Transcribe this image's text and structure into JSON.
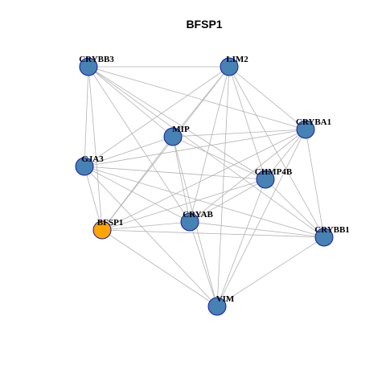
{
  "title": "BFSP1",
  "colors": {
    "node_fill": "#4682b4",
    "focus_fill": "#ffa500",
    "node_stroke": "#1a1aa6",
    "edge": "#b3b3b3"
  },
  "focus_node": "BFSP1",
  "nodes": [
    "CRYBB3",
    "LIM2",
    "CRYBA1",
    "MIP",
    "GJA3",
    "CHMP4B",
    "BFSP1",
    "CRYAB",
    "CRYBB1",
    "VIM"
  ],
  "edges": [
    [
      "CRYBB3",
      "LIM2"
    ],
    [
      "CRYBB3",
      "CRYBA1"
    ],
    [
      "CRYBB3",
      "MIP"
    ],
    [
      "CRYBB3",
      "GJA3"
    ],
    [
      "CRYBB3",
      "CHMP4B"
    ],
    [
      "CRYBB3",
      "BFSP1"
    ],
    [
      "CRYBB3",
      "CRYAB"
    ],
    [
      "CRYBB3",
      "CRYBB1"
    ],
    [
      "LIM2",
      "CRYBA1"
    ],
    [
      "LIM2",
      "MIP"
    ],
    [
      "LIM2",
      "GJA3"
    ],
    [
      "LIM2",
      "CHMP4B"
    ],
    [
      "LIM2",
      "BFSP1"
    ],
    [
      "LIM2",
      "CRYAB"
    ],
    [
      "LIM2",
      "CRYBB1"
    ],
    [
      "LIM2",
      "VIM"
    ],
    [
      "CRYBA1",
      "MIP"
    ],
    [
      "CRYBA1",
      "GJA3"
    ],
    [
      "CRYBA1",
      "CHMP4B"
    ],
    [
      "CRYBA1",
      "BFSP1"
    ],
    [
      "CRYBA1",
      "CRYAB"
    ],
    [
      "CRYBA1",
      "CRYBB1"
    ],
    [
      "CRYBA1",
      "VIM"
    ],
    [
      "MIP",
      "GJA3"
    ],
    [
      "MIP",
      "CHMP4B"
    ],
    [
      "MIP",
      "BFSP1"
    ],
    [
      "MIP",
      "CRYAB"
    ],
    [
      "MIP",
      "VIM"
    ],
    [
      "GJA3",
      "CHMP4B"
    ],
    [
      "GJA3",
      "BFSP1"
    ],
    [
      "GJA3",
      "CRYAB"
    ],
    [
      "GJA3",
      "CRYBB1"
    ],
    [
      "GJA3",
      "VIM"
    ],
    [
      "CHMP4B",
      "BFSP1"
    ],
    [
      "CHMP4B",
      "CRYAB"
    ],
    [
      "CHMP4B",
      "CRYBB1"
    ],
    [
      "CHMP4B",
      "VIM"
    ],
    [
      "BFSP1",
      "CRYAB"
    ],
    [
      "BFSP1",
      "CRYBB1"
    ],
    [
      "BFSP1",
      "VIM"
    ],
    [
      "CRYAB",
      "CRYBB1"
    ],
    [
      "CRYAB",
      "VIM"
    ],
    [
      "CRYBB1",
      "VIM"
    ]
  ]
}
